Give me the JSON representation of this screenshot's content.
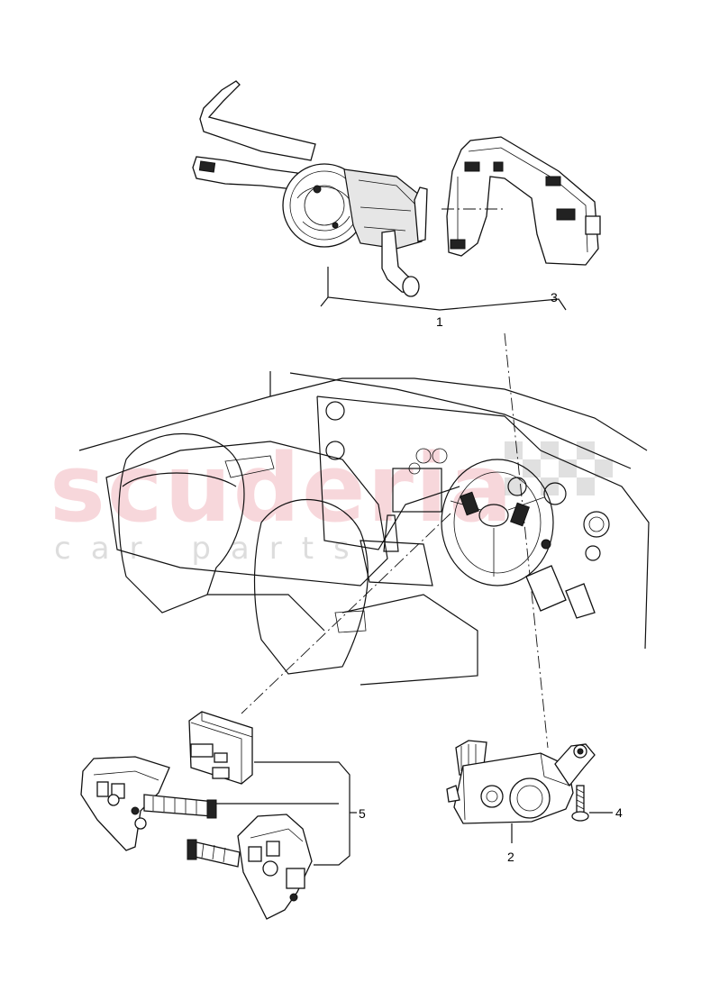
{
  "watermark": {
    "brand": "scuderia",
    "sub": "car parts"
  },
  "callouts": {
    "c1": "1",
    "c2": "2",
    "c3": "3",
    "c4": "4",
    "c5": "5"
  },
  "parts": [
    {
      "id": "steering-column-switch-assembly",
      "icon": "stalk-switch-icon"
    },
    {
      "id": "control-module",
      "icon": "knob-module-icon"
    },
    {
      "id": "steering-column-electronics",
      "icon": "bracket-module-icon"
    },
    {
      "id": "screw",
      "icon": "screw-icon"
    },
    {
      "id": "multifunction-switches",
      "icon": "wheel-buttons-icon"
    }
  ]
}
